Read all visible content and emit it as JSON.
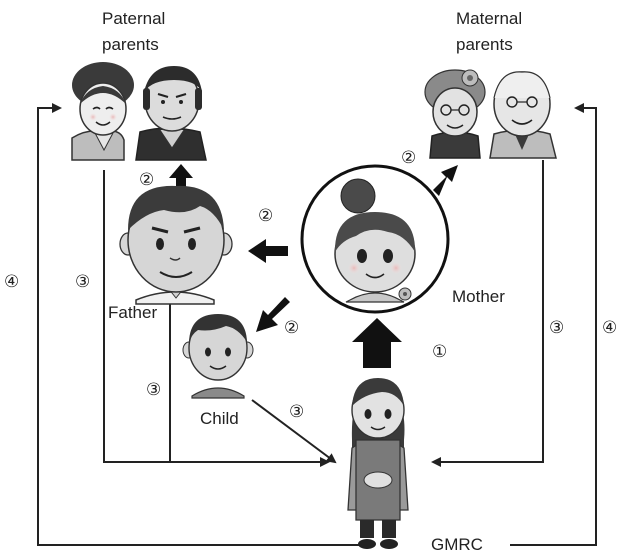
{
  "labels": {
    "paternal_line1": "Paternal",
    "paternal_line2": "parents",
    "maternal_line1": "Maternal",
    "maternal_line2": "parents",
    "father": "Father",
    "mother": "Mother",
    "child": "Child",
    "gmrc": "GMRC"
  },
  "steps": {
    "s1": "①",
    "s2": "②",
    "s3": "③",
    "s4": "④"
  }
}
